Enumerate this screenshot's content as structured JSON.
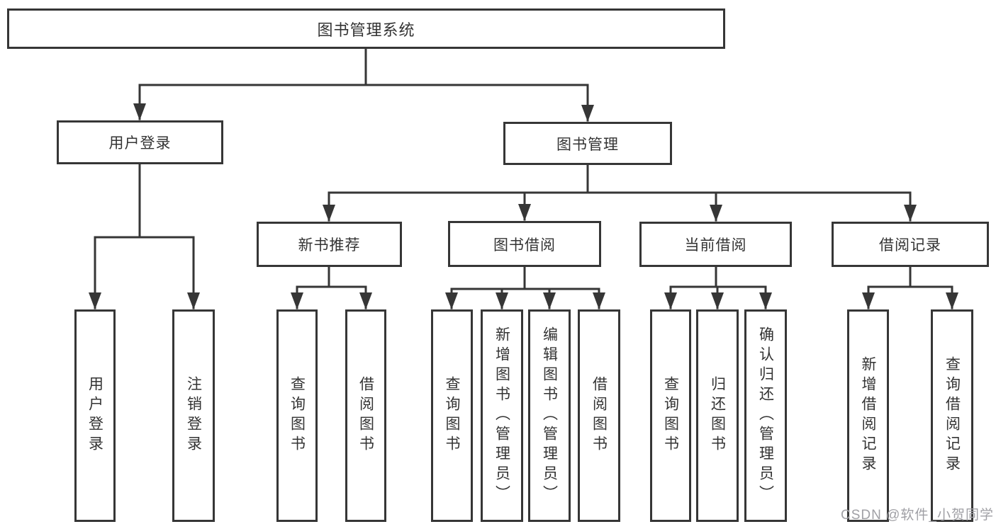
{
  "diagram": {
    "title": "图书管理系统",
    "nodes": {
      "root": "图书管理系统",
      "user_login": "用户登录",
      "book_mgmt": "图书管理",
      "new_book_rec": "新书推荐",
      "book_borrow": "图书借阅",
      "current_borrow": "当前借阅",
      "borrow_records": "借阅记录",
      "ul_user_login": "用户登录",
      "ul_logout": "注销登录",
      "nb_query": "查询图书",
      "nb_borrow": "借阅图书",
      "bb_query": "查询图书",
      "bb_add": "新增图书（管理员）",
      "bb_edit": "编辑图书（管理员）",
      "bb_borrow": "借阅图书",
      "cb_query": "查询图书",
      "cb_return": "归还图书",
      "cb_confirm": "确认归还（管理员）",
      "br_add": "新增借阅记录",
      "br_query": "查询借阅记录"
    },
    "hierarchy": {
      "图书管理系统": {
        "用户登录": [
          "用户登录",
          "注销登录"
        ],
        "图书管理": {
          "新书推荐": [
            "查询图书",
            "借阅图书"
          ],
          "图书借阅": [
            "查询图书",
            "新增图书（管理员）",
            "编辑图书（管理员）",
            "借阅图书"
          ],
          "当前借阅": [
            "查询图书",
            "归还图书",
            "确认归还（管理员）"
          ],
          "借阅记录": [
            "新增借阅记录",
            "查询借阅记录"
          ]
        }
      }
    }
  },
  "watermark": "CSDN @软件_小贺同学",
  "colors": {
    "line": "#363636",
    "text": "#333333",
    "watermark": "#a0a0a5",
    "background": "#ffffff"
  }
}
